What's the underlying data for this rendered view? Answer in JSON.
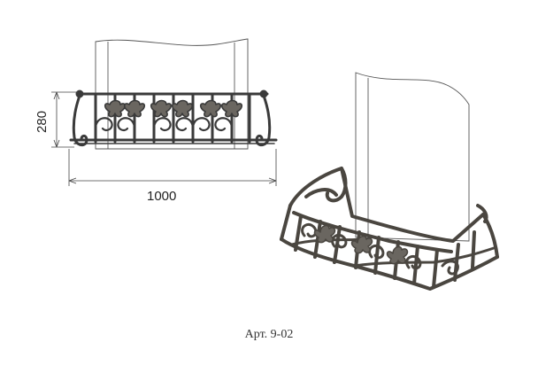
{
  "dimensions": {
    "height": "280",
    "width": "1000"
  },
  "caption": "Арт. 9-02"
}
